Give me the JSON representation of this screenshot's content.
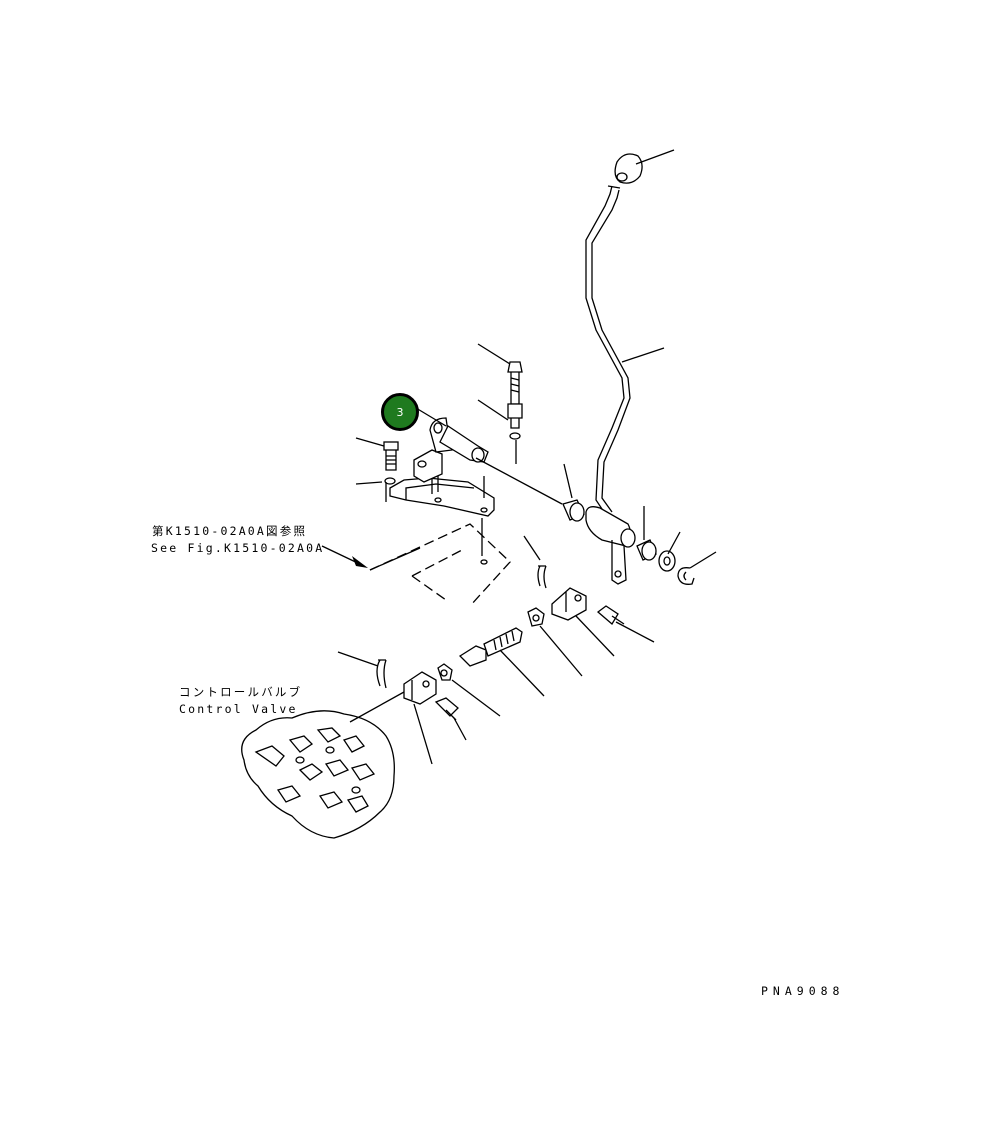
{
  "labels": {
    "ref_ja": "第K1510-02A0A図参照",
    "ref_en": "See Fig.K1510-02A0A",
    "valve_ja": "コントロールバルブ",
    "valve_en": "Control Valve",
    "drawing_code": "PNA9088"
  },
  "callout": {
    "number": "3",
    "color": "#1f7a1f"
  }
}
